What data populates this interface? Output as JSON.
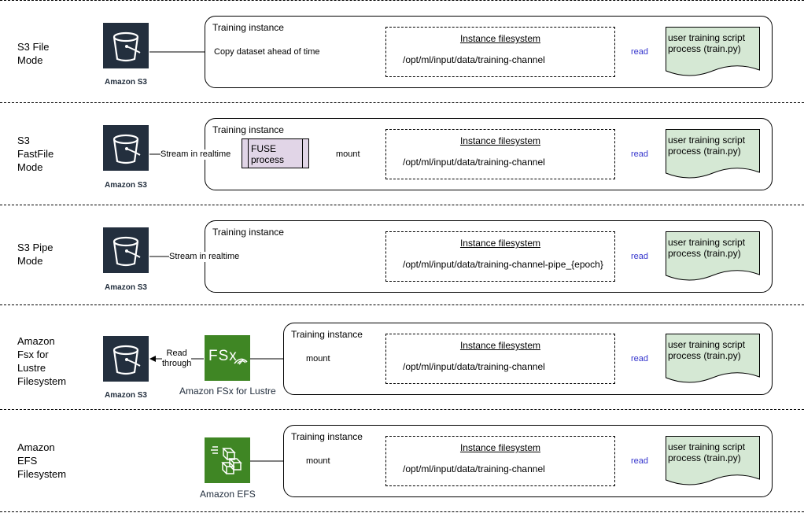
{
  "rows": [
    {
      "mode": "S3 File\nMode",
      "edge_label": "Copy dataset ahead of time",
      "path": "/opt/ml/input/data/training-channel"
    },
    {
      "mode": "S3\nFastFile\nMode",
      "edge_label": "Stream in realtime",
      "fuse_label": "FUSE\nprocess",
      "mount_label": "mount",
      "path": "/opt/ml/input/data/training-channel"
    },
    {
      "mode": "S3 Pipe\nMode",
      "edge_label": "Stream in realtime",
      "path": "/opt/ml/input/data/training-channel-pipe_{epoch}"
    },
    {
      "mode": "Amazon\nFsx for\nLustre\nFilesystem",
      "read_through_label": "Read\nthrough",
      "mount_label": "mount",
      "fsx_caption": "Amazon FSx for Lustre",
      "path": "/opt/ml/input/data/training-channel"
    },
    {
      "mode": "Amazon\nEFS\nFilesystem",
      "mount_label": "mount",
      "efs_caption": "Amazon EFS",
      "path": "/opt/ml/input/data/training-channel"
    }
  ],
  "common": {
    "s3_caption": "Amazon S3",
    "instance_label": "Training instance",
    "fs_title": "Instance filesystem",
    "script_label": "user training script\nprocess (train.py)",
    "read_label": "read",
    "fsx_logo_text": "FSx"
  },
  "colors": {
    "aws_squid_ink": "#232f3e",
    "aws_green": "#3f8624",
    "script_fill": "#d5e8d4",
    "script_stroke": "#000000",
    "fuse_fill": "#e1d5e7",
    "read_label": "#3333cc"
  },
  "icons": {
    "s3": "s3-bucket-icon",
    "fsx": "fsx-lustre-icon",
    "efs": "efs-icon"
  }
}
